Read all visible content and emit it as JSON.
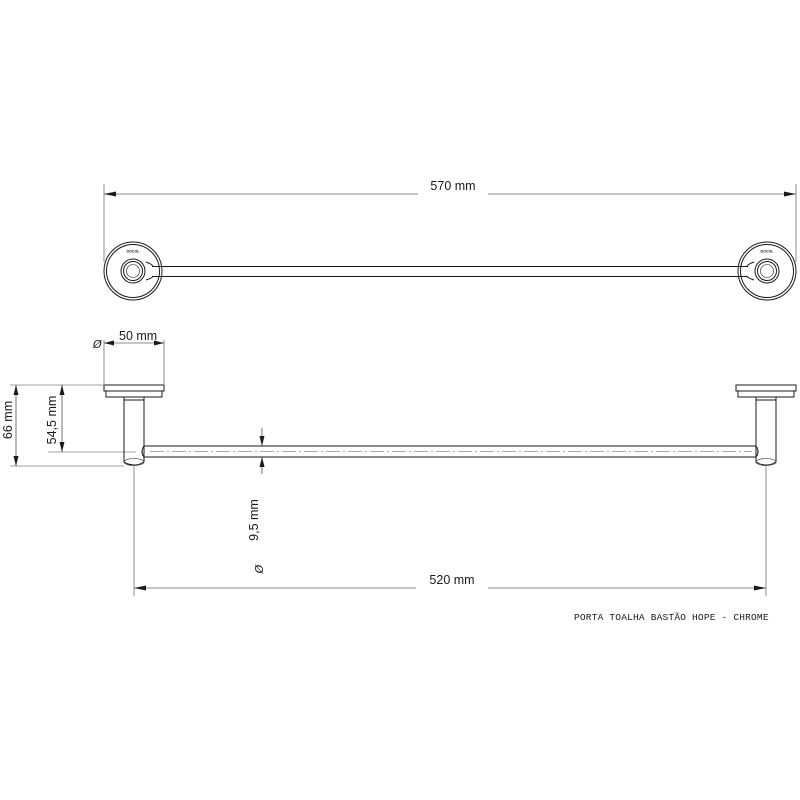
{
  "dimensions": {
    "overall_width": "570 mm",
    "flange_diameter": "50 mm",
    "total_depth": "66 mm",
    "bar_offset": "54,5 mm",
    "bar_diameter": "9,5 mm",
    "bar_length": "520 mm"
  },
  "symbols": {
    "diameter": "Ø"
  },
  "logo": {
    "left": "DOCOL",
    "right": "DOCOL"
  },
  "caption": "PORTA TOALHA BASTÃO  HOPE - CHROME"
}
